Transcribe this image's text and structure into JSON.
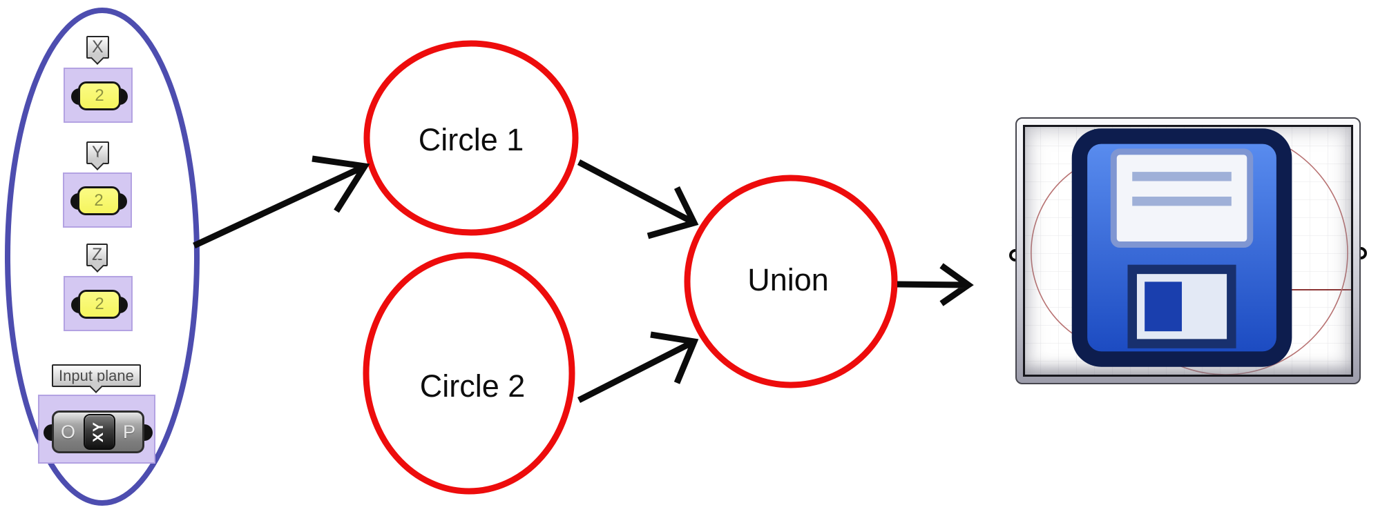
{
  "flow": {
    "inputs": {
      "sliders": [
        {
          "tag": "X",
          "value": "2"
        },
        {
          "tag": "Y",
          "value": "2"
        },
        {
          "tag": "Z",
          "value": "2"
        }
      ],
      "plane": {
        "label": "Input plane",
        "input": "O",
        "icon": "xy-plane-icon",
        "icon_text": "XY",
        "output": "P"
      }
    },
    "nodes": [
      {
        "label": "Circle 1"
      },
      {
        "label": "Circle 2"
      },
      {
        "label": "Union"
      }
    ],
    "preview": {
      "save_icon": "save-icon",
      "marker": "x"
    }
  },
  "colors": {
    "group_ellipse": "#4d4daf",
    "node_stroke": "#ed0c0c",
    "arrow": "#0b0b0b",
    "group_fill": "#d4c8f2",
    "slider_fill": "#f5f55e",
    "axis_x": "#8b3434",
    "axis_y": "#3f8f3f",
    "curve": "#b87272",
    "marker": "#8b1515"
  }
}
